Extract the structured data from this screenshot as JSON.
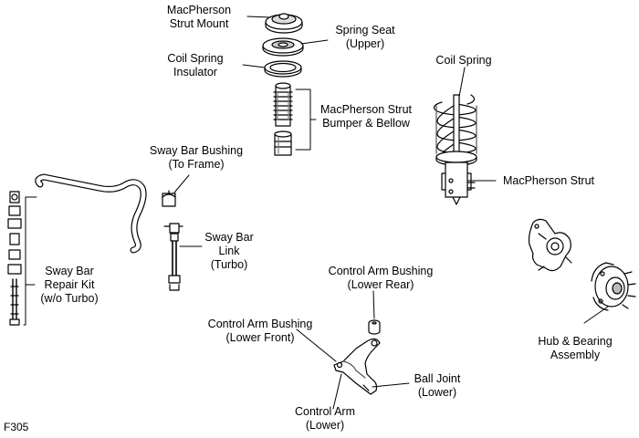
{
  "figure_id": "F305",
  "labels": {
    "strut_mount": [
      "MacPherson",
      "Strut Mount"
    ],
    "spring_seat": [
      "Spring Seat",
      "(Upper)"
    ],
    "coil_spring_insulator": [
      "Coil Spring",
      "Insulator"
    ],
    "strut_bumper": [
      "MacPherson Strut",
      "Bumper & Bellow"
    ],
    "coil_spring": [
      "Coil Spring"
    ],
    "sway_bar_bushing": [
      "Sway Bar Bushing",
      "(To Frame)"
    ],
    "macpherson_strut": [
      "MacPherson Strut"
    ],
    "sway_bar_link": [
      "Sway Bar",
      "Link",
      "(Turbo)"
    ],
    "sway_bar_repair_kit": [
      "Sway Bar",
      "Repair Kit",
      "(w/o Turbo)"
    ],
    "ca_bushing_rear": [
      "Control Arm Bushing",
      "(Lower Rear)"
    ],
    "ca_bushing_front": [
      "Control Arm Bushing",
      "(Lower Front)"
    ],
    "hub_bearing": [
      "Hub & Bearing",
      "Assembly"
    ],
    "ball_joint": [
      "Ball Joint",
      "(Lower)"
    ],
    "control_arm": [
      "Control Arm",
      "(Lower)"
    ]
  },
  "colors": {
    "line": "#000000",
    "fill": "#ffffff",
    "shade": "#c8c8c8",
    "dark": "#505050"
  }
}
